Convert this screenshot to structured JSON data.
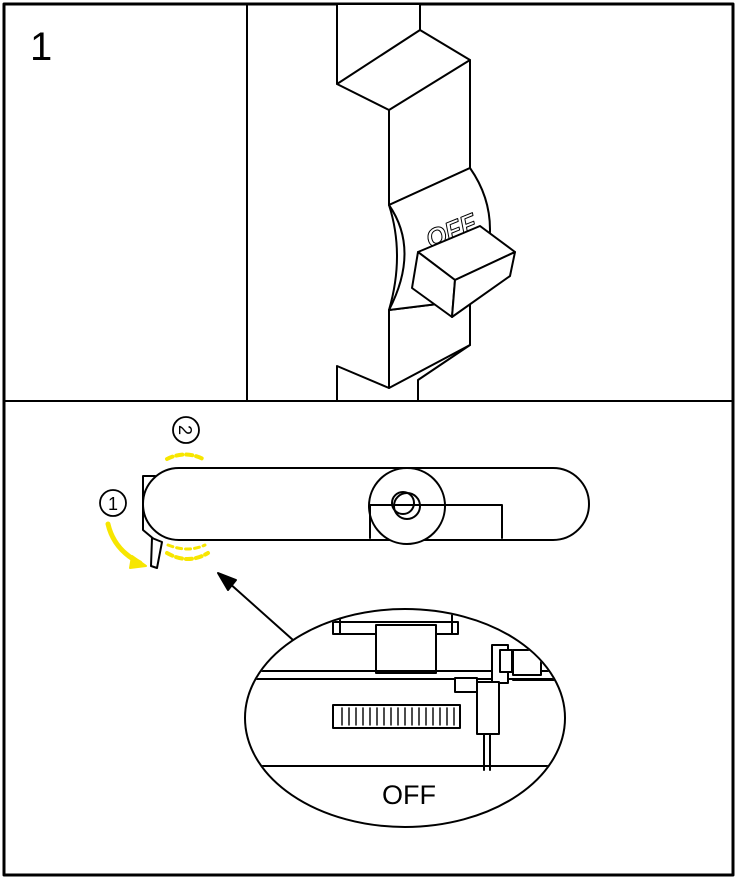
{
  "step": {
    "number": "1"
  },
  "top_panel": {
    "switch_label": "OFF"
  },
  "bottom_panel": {
    "callout_1": "1",
    "callout_2": "2",
    "detail_label": "OFF",
    "accent_color": "#f7e600"
  }
}
